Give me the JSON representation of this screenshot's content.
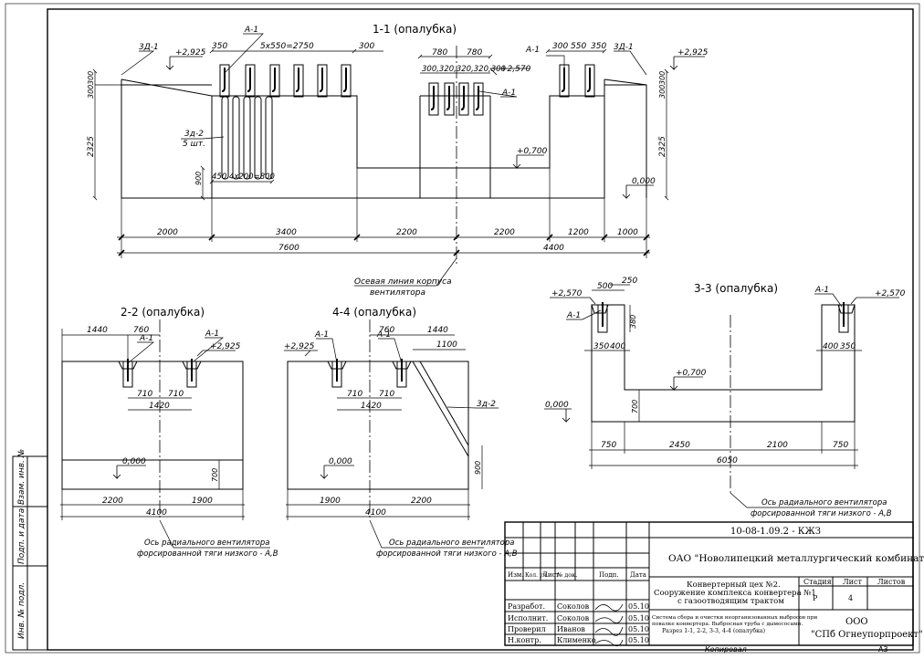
{
  "sections": {
    "s11": {
      "title": "1-1 (опалубка)",
      "dims_top": [
        "350",
        "5x550=2750",
        "300",
        "780",
        "780",
        "300",
        "550",
        "350",
        "300,320,320,320,300"
      ],
      "dims_left": [
        "300",
        "300",
        "2325",
        "900"
      ],
      "dims_right": [
        "300",
        "300",
        "2325"
      ],
      "dims_bottom_row1": [
        "2000",
        "3400",
        "2200",
        "2200",
        "1200",
        "1000"
      ],
      "dims_bottom_row2": [
        "7600",
        "4400"
      ],
      "pitch_dim": "450 4x200=800",
      "levels": [
        "+2,925",
        "+2,925",
        "+2,570",
        "+0,700",
        "0,000"
      ],
      "labels": [
        "3Д-1",
        "3Д-1",
        "3д-2",
        "5 шт.",
        "А-1",
        "А-1",
        "А-1"
      ],
      "axis_note": [
        "Осевая линия корпуса",
        "вентилятора"
      ]
    },
    "s22": {
      "title": "2-2 (опалубка)",
      "dims": [
        "1440",
        "760",
        "710",
        "710",
        "1420",
        "700",
        "2200",
        "1900",
        "4100"
      ],
      "levels": [
        "+2,925",
        "0,000"
      ],
      "labels": [
        "А-1",
        "А-1"
      ],
      "axis_note": [
        "Ось радиального вентилятора",
        "форсированной тяги низкого - А,В"
      ]
    },
    "s44": {
      "title": "4-4 (опалубка)",
      "dims": [
        "760",
        "1440",
        "1100",
        "710",
        "710",
        "1420",
        "900",
        "1900",
        "2200",
        "4100"
      ],
      "levels": [
        "+2,925",
        "0,000"
      ],
      "labels": [
        "А-1",
        "А-1",
        "3д-2"
      ],
      "axis_note": [
        "Ось радиального вентилятора",
        "форсированной тяги низкого - А,В"
      ]
    },
    "s33": {
      "title": "3-3 (опалубка)",
      "dims": [
        "500",
        "250",
        "380",
        "350",
        "400",
        "400",
        "350",
        "700",
        "750",
        "2450",
        "2100",
        "750",
        "6050"
      ],
      "levels": [
        "+2,570",
        "+2,570",
        "+0,700",
        "0,000"
      ],
      "labels": [
        "А-1",
        "А-1"
      ],
      "axis_note": [
        "Ось радиального вентилятора",
        "форсированной тяги низкого - А,В"
      ]
    }
  },
  "stamp": {
    "code": "10-08-1.09.2 - КЖЗ",
    "company": "ОАО \"Новолипецкий металлургический комбинат\"",
    "project": [
      "Конвертерный цех №2.",
      "Сооружение комплекса конвертера №1",
      "с газоотводящим трактом"
    ],
    "sheet_title": [
      "Система сбора и очистки неорганизованных выбросов при",
      "повалке конвертера. Выбросная труба с дымососами.",
      "Разрез 1-1, 2-2, 3-3, 4-4 (опалубка)"
    ],
    "col_headers": [
      "Изм.",
      "Кол. уч.",
      "Лист",
      "№ док.",
      "Подп.",
      "Дата"
    ],
    "stage_headers": [
      "Стадия",
      "Лист",
      "Листов"
    ],
    "stage_values": [
      "Р",
      "4",
      ""
    ],
    "roles": [
      "Разработ.",
      "Исполнит.",
      "Проверил",
      "Н.контр."
    ],
    "names": [
      "Соколов",
      "Соколов",
      "Иванов",
      "Клименко"
    ],
    "dates": [
      "05.10",
      "05.10",
      "05.10",
      "05.10"
    ],
    "org": [
      "ООО",
      "\"СПб Огнеупорпроект\""
    ],
    "copied": "Копировал",
    "format": "А3"
  },
  "side_stamp": [
    "Взам. инв. №",
    "Подп. и дата",
    "Инв. № подл."
  ]
}
